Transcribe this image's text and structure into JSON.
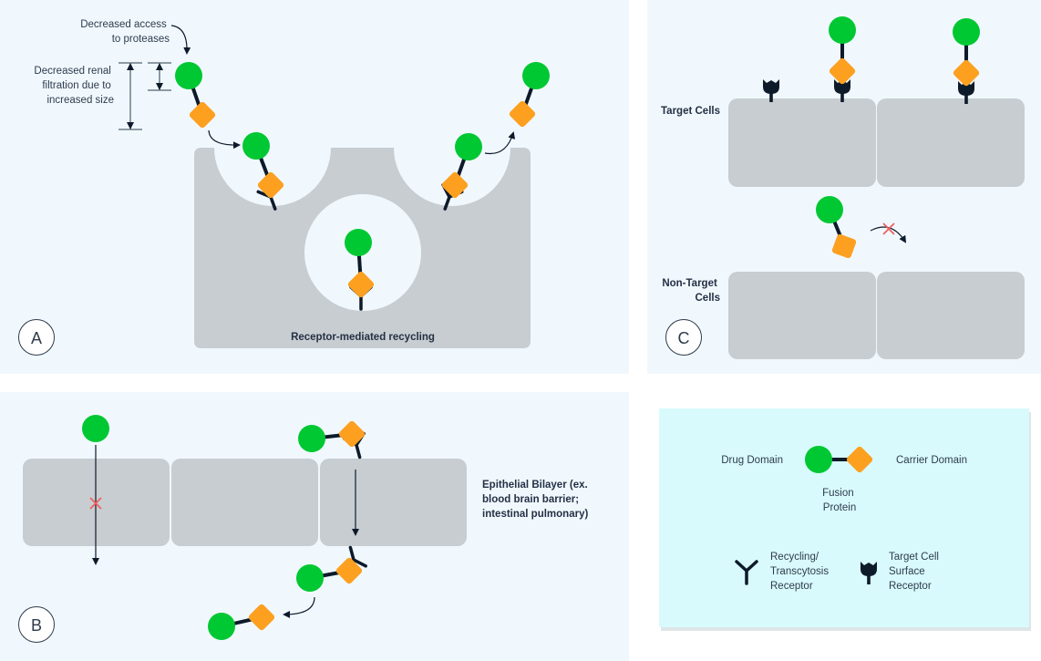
{
  "colors": {
    "panel_bg": "#f0f8fe",
    "legend_bg": "#d8fafd",
    "cell": "#c8cdd1",
    "drug": "#00c832",
    "carrier": "#fda020",
    "receptor": "#0d1a2a",
    "dim_line": "#6b7a86",
    "blocked": "#f06060",
    "text": "#2f3b4c"
  },
  "panels": {
    "a": {
      "letter": "A",
      "protease_label": [
        "Decreased access",
        "to proteases"
      ],
      "renal_label": [
        "Decreased renal",
        "filtration due to",
        "increased size"
      ],
      "recycling_label": "Receptor-mediated recycling"
    },
    "b": {
      "letter": "B",
      "bilayer_label": [
        "Epithelial Bilayer (ex.",
        "blood brain barrier;",
        "intestinal pulmonary)"
      ]
    },
    "c": {
      "letter": "C",
      "target_label": "Target Cells",
      "nontarget_label": [
        "Non-Target",
        "Cells"
      ]
    }
  },
  "legend": {
    "drug_domain": "Drug Domain",
    "carrier_domain": "Carrier Domain",
    "fusion_protein": [
      "Fusion",
      "Protein"
    ],
    "recycling_receptor": [
      "Recycling/",
      "Transcytosis",
      "Receptor"
    ],
    "target_receptor": [
      "Target Cell",
      "Surface",
      "Receptor"
    ]
  }
}
